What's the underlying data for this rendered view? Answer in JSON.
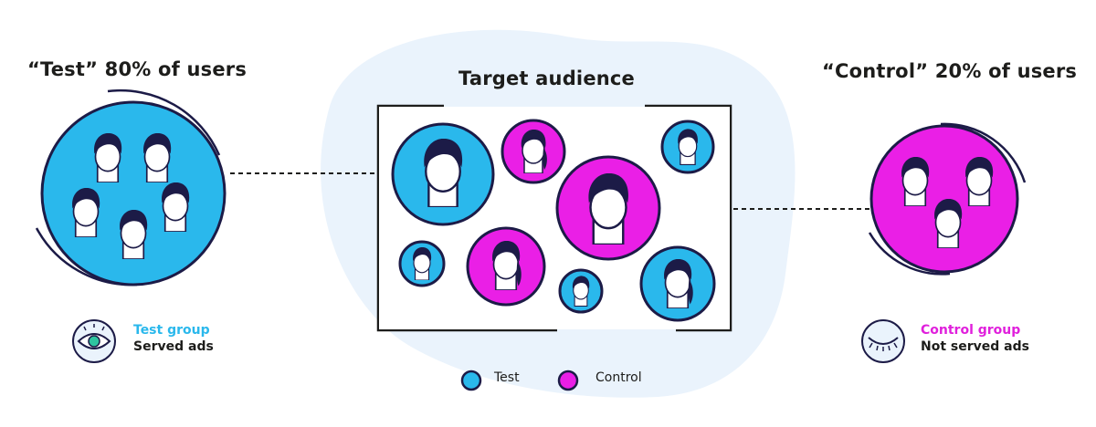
{
  "colors": {
    "test": "#2ab8ec",
    "control": "#ea1fe6",
    "ink": "#1d1d1b",
    "navy": "#1c1b47",
    "blob": "#eaf3fc",
    "test_text": "#2ab8ec",
    "control_text": "#e020dc"
  },
  "headings": {
    "test": "“Test” 80% of users",
    "center": "Target audience",
    "control": "“Control” 20% of users"
  },
  "groups": {
    "test": {
      "name": "Test group",
      "description": "Served ads",
      "icon": "eye-open-icon"
    },
    "control": {
      "name": "Control group",
      "description": "Not served ads",
      "icon": "eye-closed-icon"
    }
  },
  "legend": [
    {
      "label": "Test",
      "color": "#2ab8ec"
    },
    {
      "label": "Control",
      "color": "#ea1fe6"
    }
  ]
}
